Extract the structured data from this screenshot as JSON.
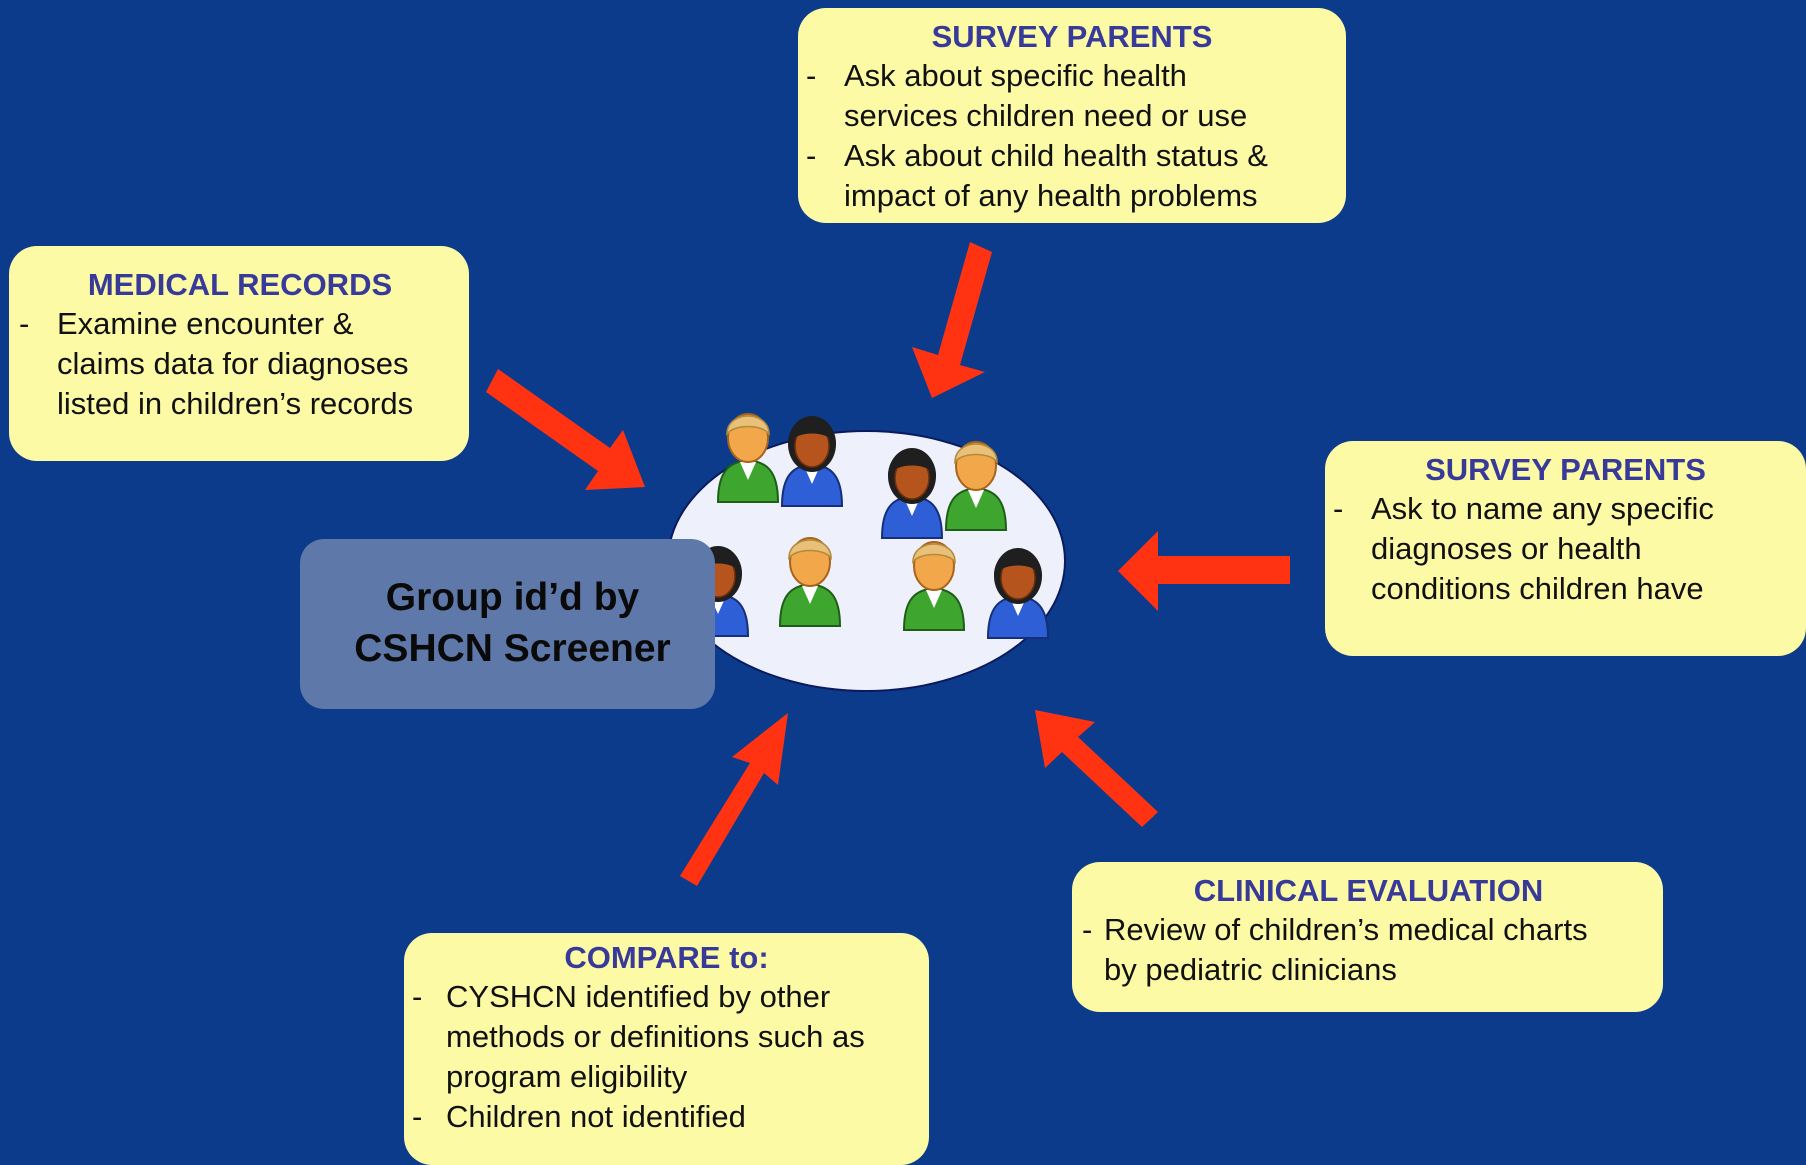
{
  "boxes": {
    "medical_records": {
      "title": "MEDICAL RECORDS",
      "items": [
        "Examine encounter &\nclaims data for diagnoses\nlisted in children’s records"
      ]
    },
    "survey_parents_top": {
      "title": "SURVEY PARENTS",
      "items": [
        "Ask about specific health\n services children need or use",
        "Ask about child health status &\n impact of any health problems"
      ]
    },
    "survey_parents_right": {
      "title": "SURVEY PARENTS",
      "items": [
        "Ask to name any specific\ndiagnoses or health\nconditions children have"
      ]
    },
    "clinical_evaluation": {
      "title": "CLINICAL EVALUATION",
      "items": [
        "Review of children’s medical charts\nby pediatric clinicians"
      ]
    },
    "compare_to": {
      "title": "COMPARE to:",
      "items": [
        "CYSHCN identified by other\nmethods or definitions such as\nprogram eligibility",
        "Children not identified"
      ]
    }
  },
  "center": {
    "label": "Group id’d by\nCSHCN Screener",
    "icon": "people-group-icon"
  },
  "colors": {
    "background": "#0c3b8c",
    "box_fill": "#fdfaa6",
    "title_text": "#383a99",
    "arrow": "#ff3311",
    "center_label_fill": "#5e78a9",
    "ellipse_fill": "#eef0fb"
  }
}
